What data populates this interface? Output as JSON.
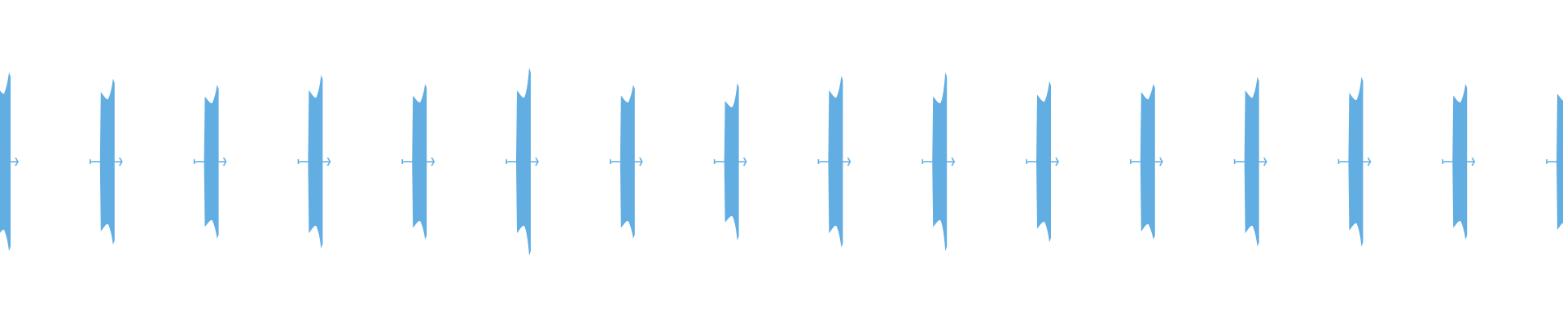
{
  "waveform": {
    "color": "#62aee2",
    "background": "#ffffff",
    "pulse_count": 16,
    "pulse_peaks": [
      1.0,
      0.93,
      0.86,
      0.97,
      0.87,
      1.05,
      0.86,
      0.88,
      0.96,
      1.0,
      0.9,
      0.87,
      0.95,
      0.95,
      0.87,
      0.78
    ],
    "pulse_shoulders": [
      0.85,
      0.78,
      0.73,
      0.8,
      0.74,
      0.8,
      0.74,
      0.68,
      0.8,
      0.73,
      0.75,
      0.78,
      0.8,
      0.77,
      0.74,
      0.76
    ]
  }
}
